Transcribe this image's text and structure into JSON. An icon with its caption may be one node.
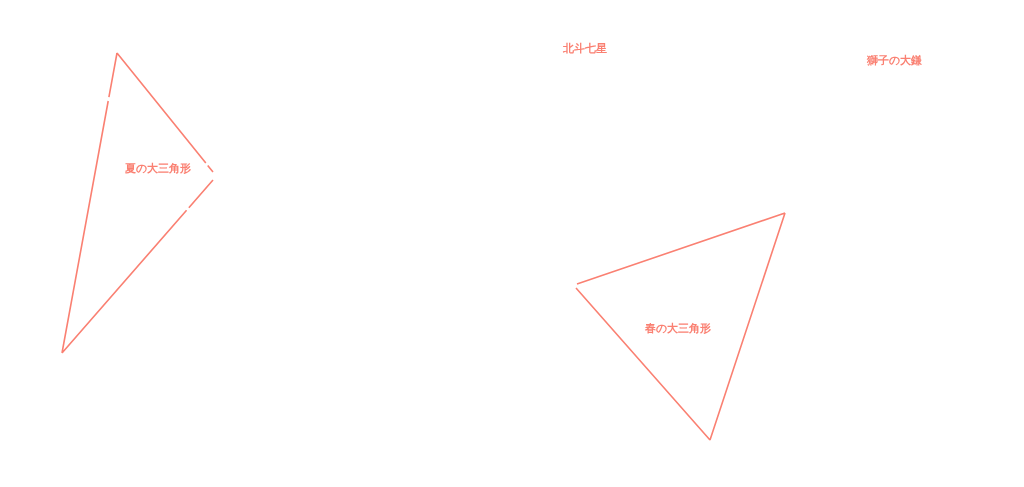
{
  "diagram": {
    "nodes": [
      {
        "text": [
          "夏の大三角形"
        ]
      },
      {
        "text": [
          "春の大三角形"
        ]
      }
    ],
    "labels": [
      "北斗七星",
      "獅子の大鎌"
    ]
  }
}
